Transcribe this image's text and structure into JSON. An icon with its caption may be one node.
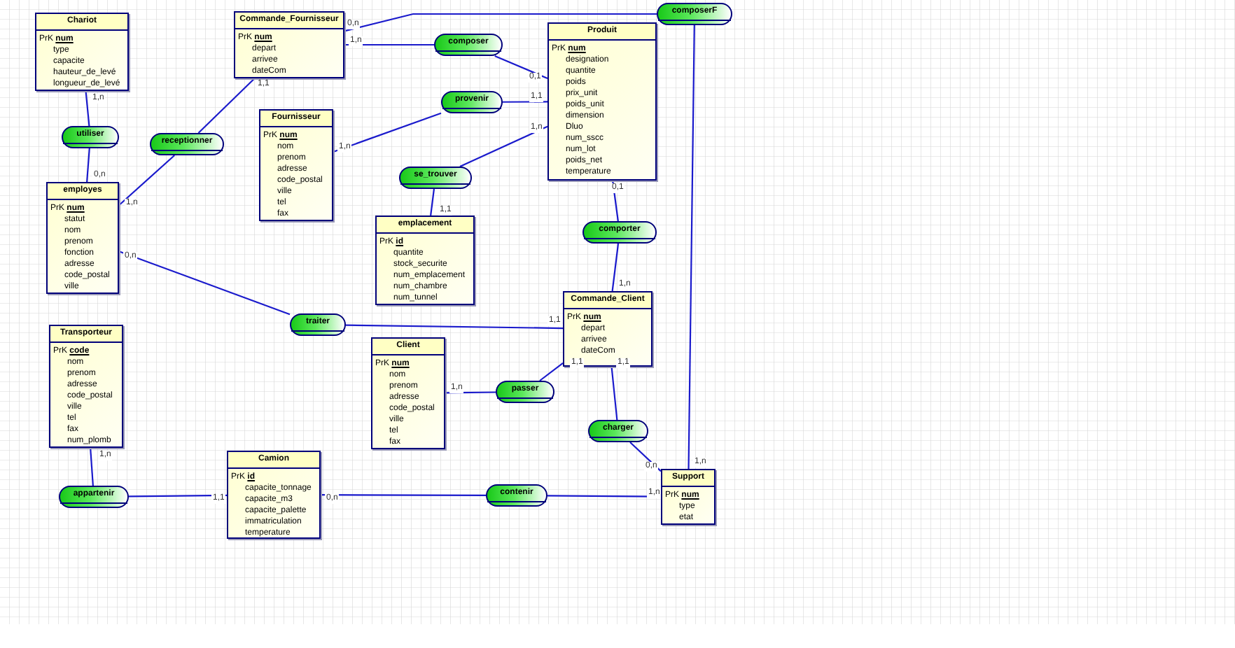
{
  "diagram": {
    "nodes": [
      {
        "text": [
          "composerF"
        ]
      },
      {
        "text": [
          "Chariot",
          "PrK **num**",
          "type",
          "capacite",
          "hauteur_de_levé",
          "longueur_de_levé"
        ]
      },
      {
        "text": [
          "Commande_Fournisseur",
          "PrK **num**",
          "depart",
          "arrivee",
          "dateCom"
        ]
      },
      {
        "text": [
          "Produit",
          "PrK **num**",
          "designation",
          "quantite",
          "poids",
          "prix_unit",
          "poids_unit",
          "dimension",
          "Dluo",
          "num_sscc",
          "num_lot",
          "poids_net",
          "temperature"
        ]
      },
      {
        "text": [
          "composer"
        ]
      },
      {
        "text": [
          "provenir"
        ]
      },
      {
        "text": [
          "Fournisseur",
          "PrK **num**",
          "nom",
          "prenom",
          "adresse",
          "code_postal",
          "ville",
          "tel",
          "fax"
        ]
      },
      {
        "text": [
          "utiliser"
        ]
      },
      {
        "text": [
          "receptionner"
        ]
      },
      {
        "text": [
          "se_trouver"
        ]
      },
      {
        "text": [
          "employes",
          "PrK **num**",
          "statut",
          "nom",
          "prenom",
          "fonction",
          "adresse",
          "code_postal",
          "ville"
        ]
      },
      {
        "text": [
          "emplacement",
          "PrK **id**",
          "quantite",
          "stock_securite",
          "num_emplacement",
          "num_chambre",
          "num_tunnel"
        ]
      },
      {
        "text": [
          "comporter"
        ]
      },
      {
        "text": [
          "Commande_Client",
          "PrK **num**",
          "depart",
          "arrivee",
          "dateCom"
        ]
      },
      {
        "text": [
          "traiter"
        ]
      },
      {
        "text": [
          "Transporteur",
          "PrK **code**",
          "nom",
          "prenom",
          "adresse",
          "code_postal",
          "ville",
          "tel",
          "fax",
          "num_plomb"
        ]
      },
      {
        "text": [
          "Client",
          "PrK **num**",
          "nom",
          "prenom",
          "adresse",
          "code_postal",
          "ville",
          "tel",
          "fax"
        ]
      },
      {
        "text": [
          "passer"
        ]
      },
      {
        "text": [
          "charger"
        ]
      },
      {
        "text": [
          "Support",
          "PrK **num**",
          "type",
          "etat"
        ]
      },
      {
        "text": [
          "Camion",
          "PrK **id**",
          "capacite_tonnage",
          "capacite_m3",
          "capacite_palette",
          "immatriculation",
          "temperature"
        ]
      },
      {
        "text": [
          "contenir"
        ]
      },
      {
        "text": [
          "appartenir"
        ]
      }
    ],
    "edges": [
      {
        "from": 1,
        "to": 7,
        "arrow": "none",
        "label": "1,n"
      },
      {
        "from": 7,
        "to": 10,
        "arrow": "none",
        "label": "0,n"
      },
      {
        "from": 2,
        "to": 8,
        "arrow": "none",
        "label": "1,1"
      },
      {
        "from": 8,
        "to": 10,
        "arrow": "none",
        "label": "1,n"
      },
      {
        "from": 2,
        "to": 0,
        "arrow": "none",
        "label": "0,n"
      },
      {
        "from": 2,
        "to": 4,
        "arrow": "none",
        "label": "1,n"
      },
      {
        "from": 4,
        "to": 3,
        "arrow": "none",
        "label": "0,1"
      },
      {
        "from": 6,
        "to": 5,
        "arrow": "none",
        "label": "1,n"
      },
      {
        "from": 5,
        "to": 3,
        "arrow": "none",
        "label": "1,1"
      },
      {
        "from": 9,
        "to": 3,
        "arrow": "none",
        "label": "1,n"
      },
      {
        "from": 9,
        "to": 11,
        "arrow": "none",
        "label": "1,1"
      },
      {
        "from": 0,
        "to": 19,
        "arrow": "none",
        "label": "1,n"
      },
      {
        "from": 3,
        "to": 12,
        "arrow": "none",
        "label": "0,1"
      },
      {
        "from": 12,
        "to": 13,
        "arrow": "none",
        "label": "1,n"
      },
      {
        "from": 10,
        "to": 14,
        "arrow": "none",
        "label": "0,n"
      },
      {
        "from": 14,
        "to": 13,
        "arrow": "none",
        "label": "1,1"
      },
      {
        "from": 16,
        "to": 17,
        "arrow": "none",
        "label": "1,n"
      },
      {
        "from": 17,
        "to": 13,
        "arrow": "none",
        "label": "1,1"
      },
      {
        "from": 13,
        "to": 18,
        "arrow": "none",
        "label": "1,1"
      },
      {
        "from": 18,
        "to": 19,
        "arrow": "none",
        "label": "0,n"
      },
      {
        "from": 15,
        "to": 22,
        "arrow": "none",
        "label": "1,n"
      },
      {
        "from": 22,
        "to": 20,
        "arrow": "none",
        "label": "1,1"
      },
      {
        "from": 20,
        "to": 21,
        "arrow": "none",
        "label": "0,n"
      },
      {
        "from": 21,
        "to": 19,
        "arrow": "none",
        "label": "1,n"
      }
    ]
  }
}
